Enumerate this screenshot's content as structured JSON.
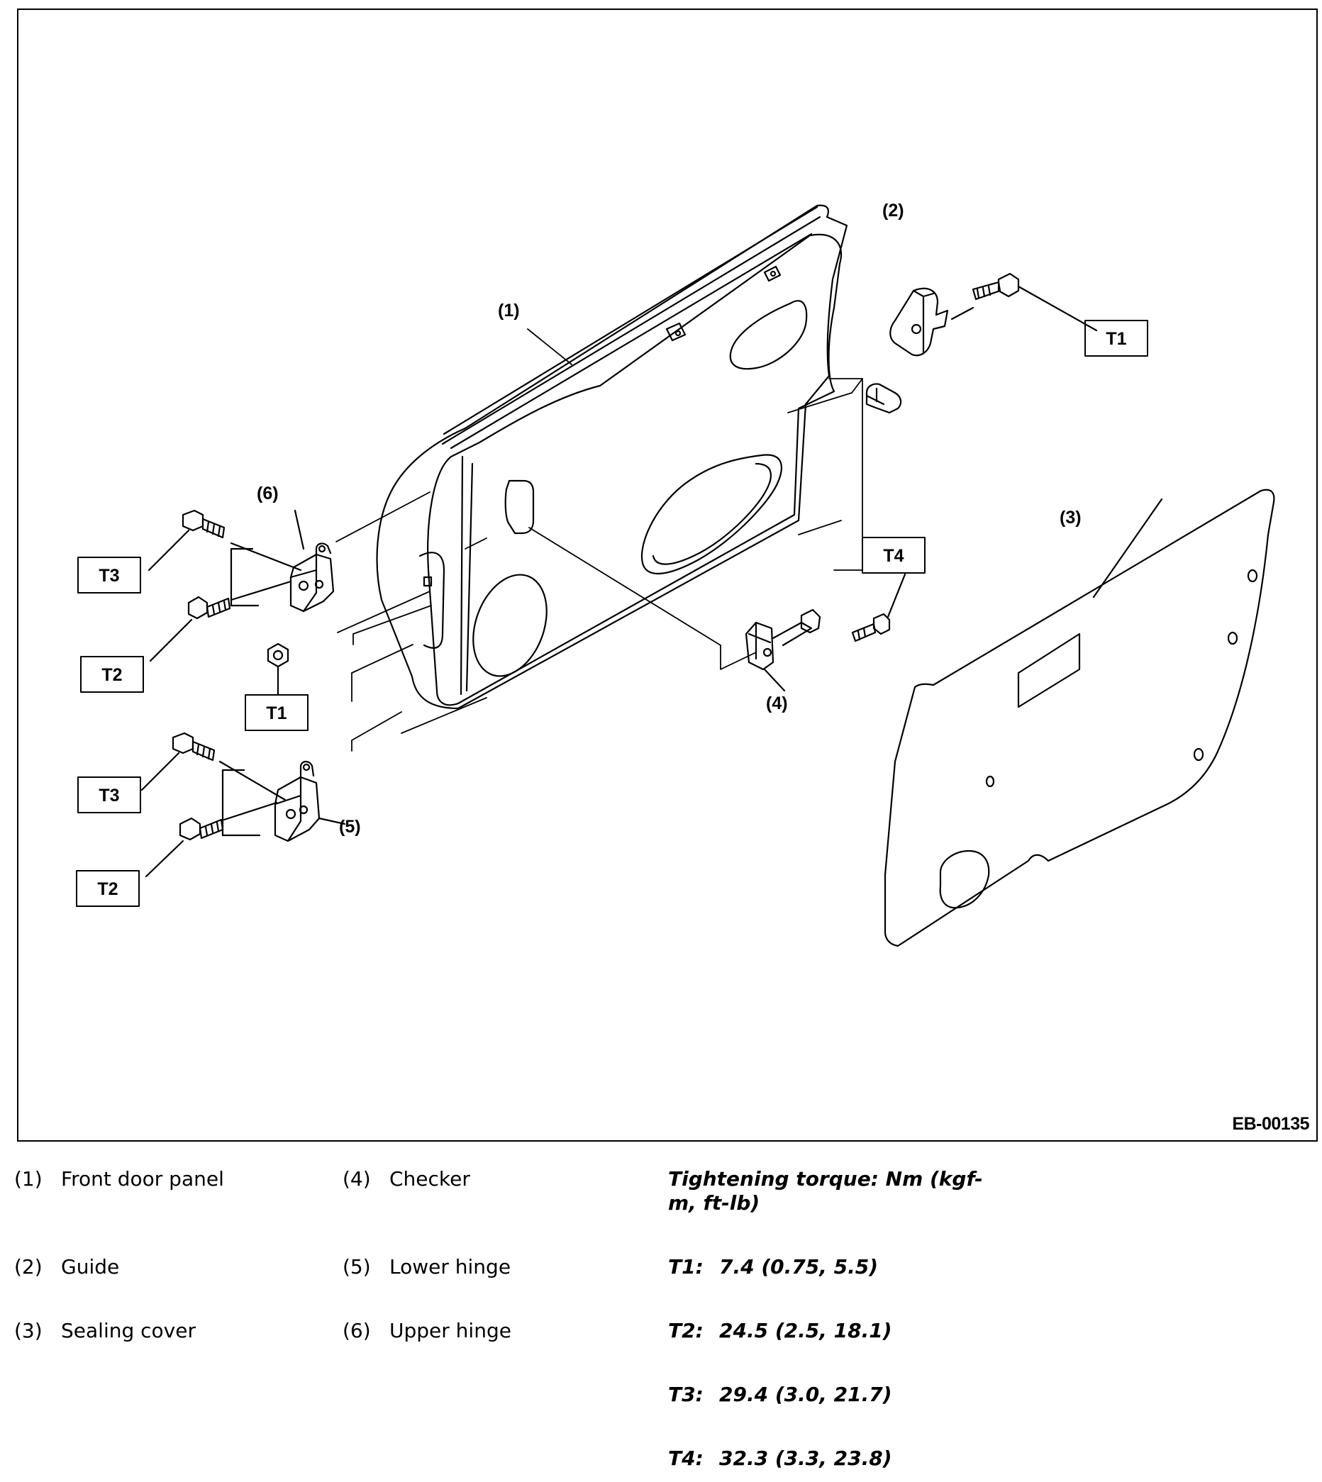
{
  "figure": {
    "code": "EB-00135",
    "callouts": {
      "c1": "(1)",
      "c2": "(2)",
      "c3": "(3)",
      "c4": "(4)",
      "c5": "(5)",
      "c6": "(6)"
    },
    "torque_boxes": {
      "t1_guide": "T1",
      "t1_nut": "T1",
      "t2_upper": "T2",
      "t2_lower": "T2",
      "t3_upper": "T3",
      "t3_lower": "T3",
      "t4_checker": "T4"
    }
  },
  "legend": {
    "items": [
      {
        "num": "(1)",
        "label": "Front door panel"
      },
      {
        "num": "(2)",
        "label": "Guide"
      },
      {
        "num": "(3)",
        "label": "Sealing cover"
      },
      {
        "num": "(4)",
        "label": "Checker"
      },
      {
        "num": "(5)",
        "label": "Lower hinge"
      },
      {
        "num": "(6)",
        "label": "Upper hinge"
      }
    ]
  },
  "torque": {
    "title_line1": "Tightening torque: Nm (kgf-",
    "title_line2": "m, ft-lb)",
    "items": [
      {
        "key": "T1:",
        "value": "7.4 (0.75, 5.5)"
      },
      {
        "key": "T2:",
        "value": "24.5 (2.5, 18.1)"
      },
      {
        "key": "T3:",
        "value": "29.4 (3.0, 21.7)"
      },
      {
        "key": "T4:",
        "value": "32.3 (3.3, 23.8)"
      }
    ]
  }
}
